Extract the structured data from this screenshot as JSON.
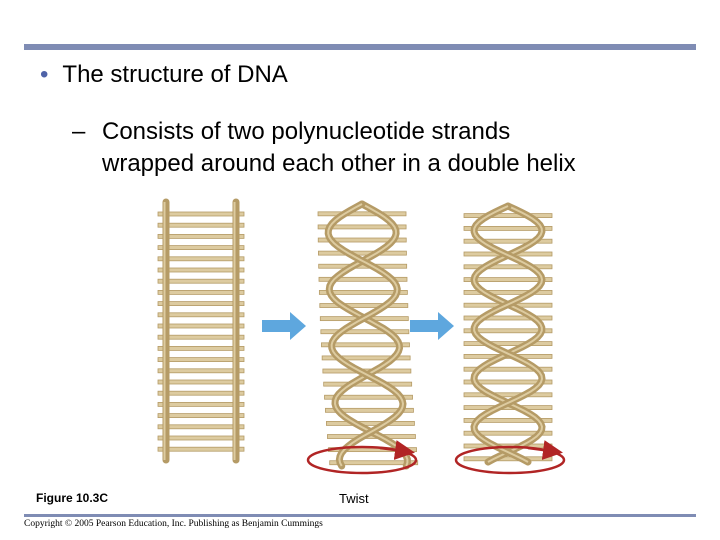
{
  "slide": {
    "bullet_main": "The structure of DNA",
    "bullet_sub_line1": "Consists of two polynucleotide strands",
    "bullet_sub_line2": "wrapped around each other in a double helix"
  },
  "figure": {
    "label": "Figure 10.3C",
    "twist_label": "Twist",
    "stages": [
      "ladder",
      "twisting",
      "double-helix"
    ]
  },
  "footer": {
    "copyright": "Copyright © 2005 Pearson Education, Inc. Publishing as Benjamin Cummings"
  },
  "colors": {
    "rule": "#7f8cb4",
    "bullet": "#4f63a8",
    "strand": "#b59b66",
    "strand_light": "#ddcba0",
    "arrow": "#5ea7de",
    "twist": "#b12525"
  }
}
